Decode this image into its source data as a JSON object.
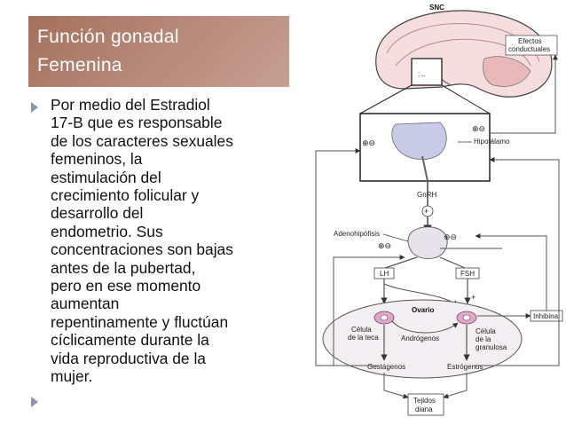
{
  "slide": {
    "title_lines": [
      "Función gonadal",
      "Femenina"
    ],
    "bullet_lines": [
      "Por medio del Estradiol",
      "17-B que es responsable",
      "de los caracteres sexuales",
      "femeninos, la",
      "estimulación del",
      "crecimiento folicular y",
      "desarrollo del",
      "endometrio. Sus",
      "concentraciones son bajas",
      "antes de la pubertad,",
      "pero en ese momento",
      "aumentan",
      "repentinamente y fluctúan",
      "cíclicamente durante la",
      "vida reproductiva de la",
      "mujer."
    ]
  },
  "diagram": {
    "labels": {
      "snc": "SNC",
      "efectos": "Efectos",
      "conductuales": "conductuales",
      "hipotalamo": "Hipotálamo",
      "gnrh": "GnRH",
      "adenohipofisis": "Adenohipófisis",
      "lh": "LH",
      "fsh": "FSH",
      "ovario": "Ovario",
      "celula_teca_1": "Célula",
      "celula_teca_2": "de la teca",
      "androgenos": "Andrógenos",
      "celula_granulosa_1": "Célula",
      "celula_granulosa_2": "de la",
      "celula_granulosa_3": "granulosa",
      "inhibina": "Inhibina",
      "gestagenos": "Gestágenos",
      "estrogenos": "Estrógenos",
      "tejidos_1": "Tejidos",
      "tejidos_2": "diana"
    },
    "signs": {
      "plus": "+",
      "minus": "−",
      "plus_minus": "⊕⊖"
    }
  }
}
